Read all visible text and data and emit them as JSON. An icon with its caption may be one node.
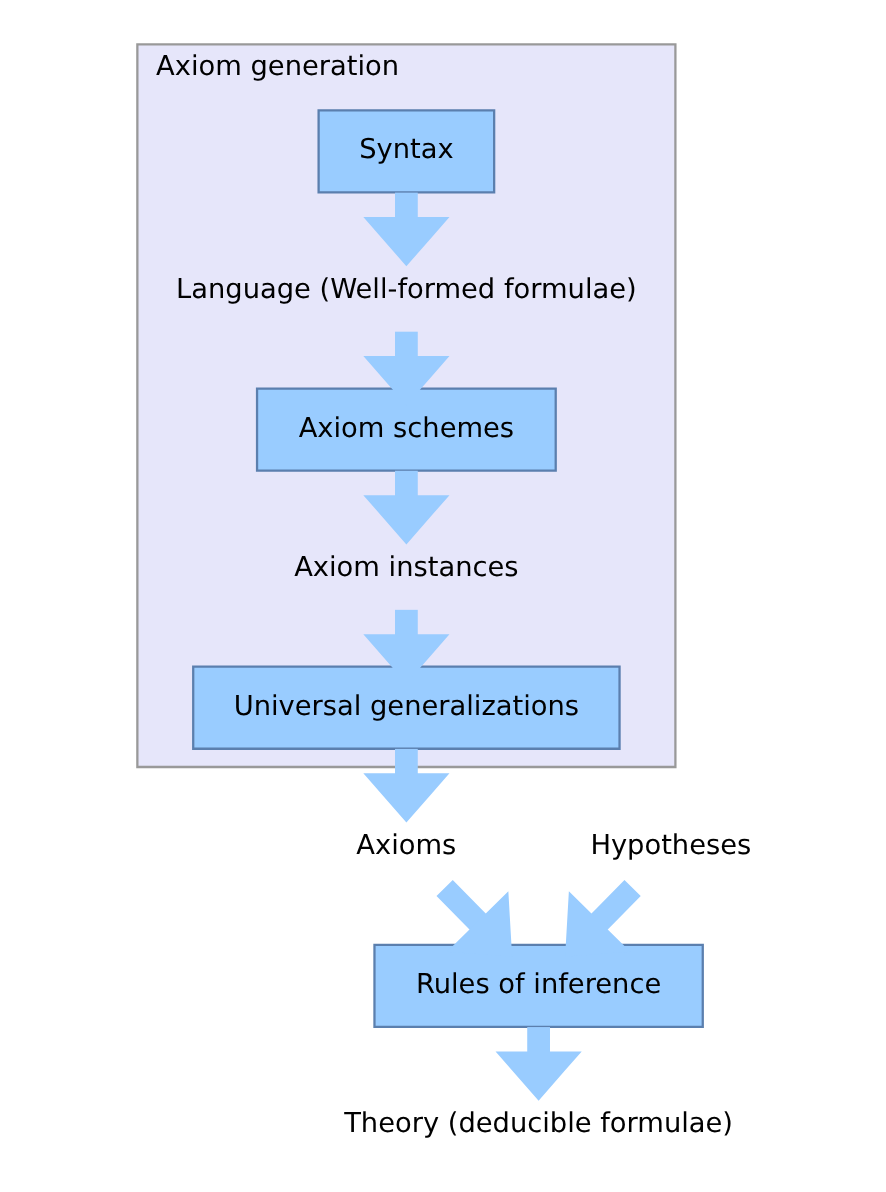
{
  "diagram": {
    "nodes": [
      {
        "text": [],
        "shape": "box",
        "beside": [
          "Axiom generation"
        ]
      },
      {
        "text": [
          "Syntax"
        ],
        "in": 0
      },
      {
        "text": [
          "Language (Well-formed formulae)"
        ],
        "in": 0
      },
      {
        "text": [
          "Axiom schemes"
        ],
        "in": 0
      },
      {
        "text": [
          "Axiom instances"
        ],
        "in": 0
      },
      {
        "text": [
          "Universal generalizations"
        ],
        "in": 0
      },
      {
        "text": [
          "Axioms"
        ]
      },
      {
        "text": [
          "Hypotheses"
        ]
      },
      {
        "text": [
          "Rules of inference"
        ]
      },
      {
        "text": [
          "Theory (deducible formulae)"
        ]
      }
    ],
    "edges": [
      {
        "from": 1,
        "to": 2,
        "arrow": "to"
      },
      {
        "from": 2,
        "to": 3,
        "arrow": "to"
      },
      {
        "from": 3,
        "to": 4,
        "arrow": "to"
      },
      {
        "from": 4,
        "to": 5,
        "arrow": "to"
      },
      {
        "from": 5,
        "to": 6,
        "arrow": "to"
      },
      {
        "from": 6,
        "to": 8,
        "arrow": "to"
      },
      {
        "from": 7,
        "to": 8,
        "arrow": "to"
      },
      {
        "from": 8,
        "to": 9,
        "arrow": "to"
      }
    ]
  }
}
